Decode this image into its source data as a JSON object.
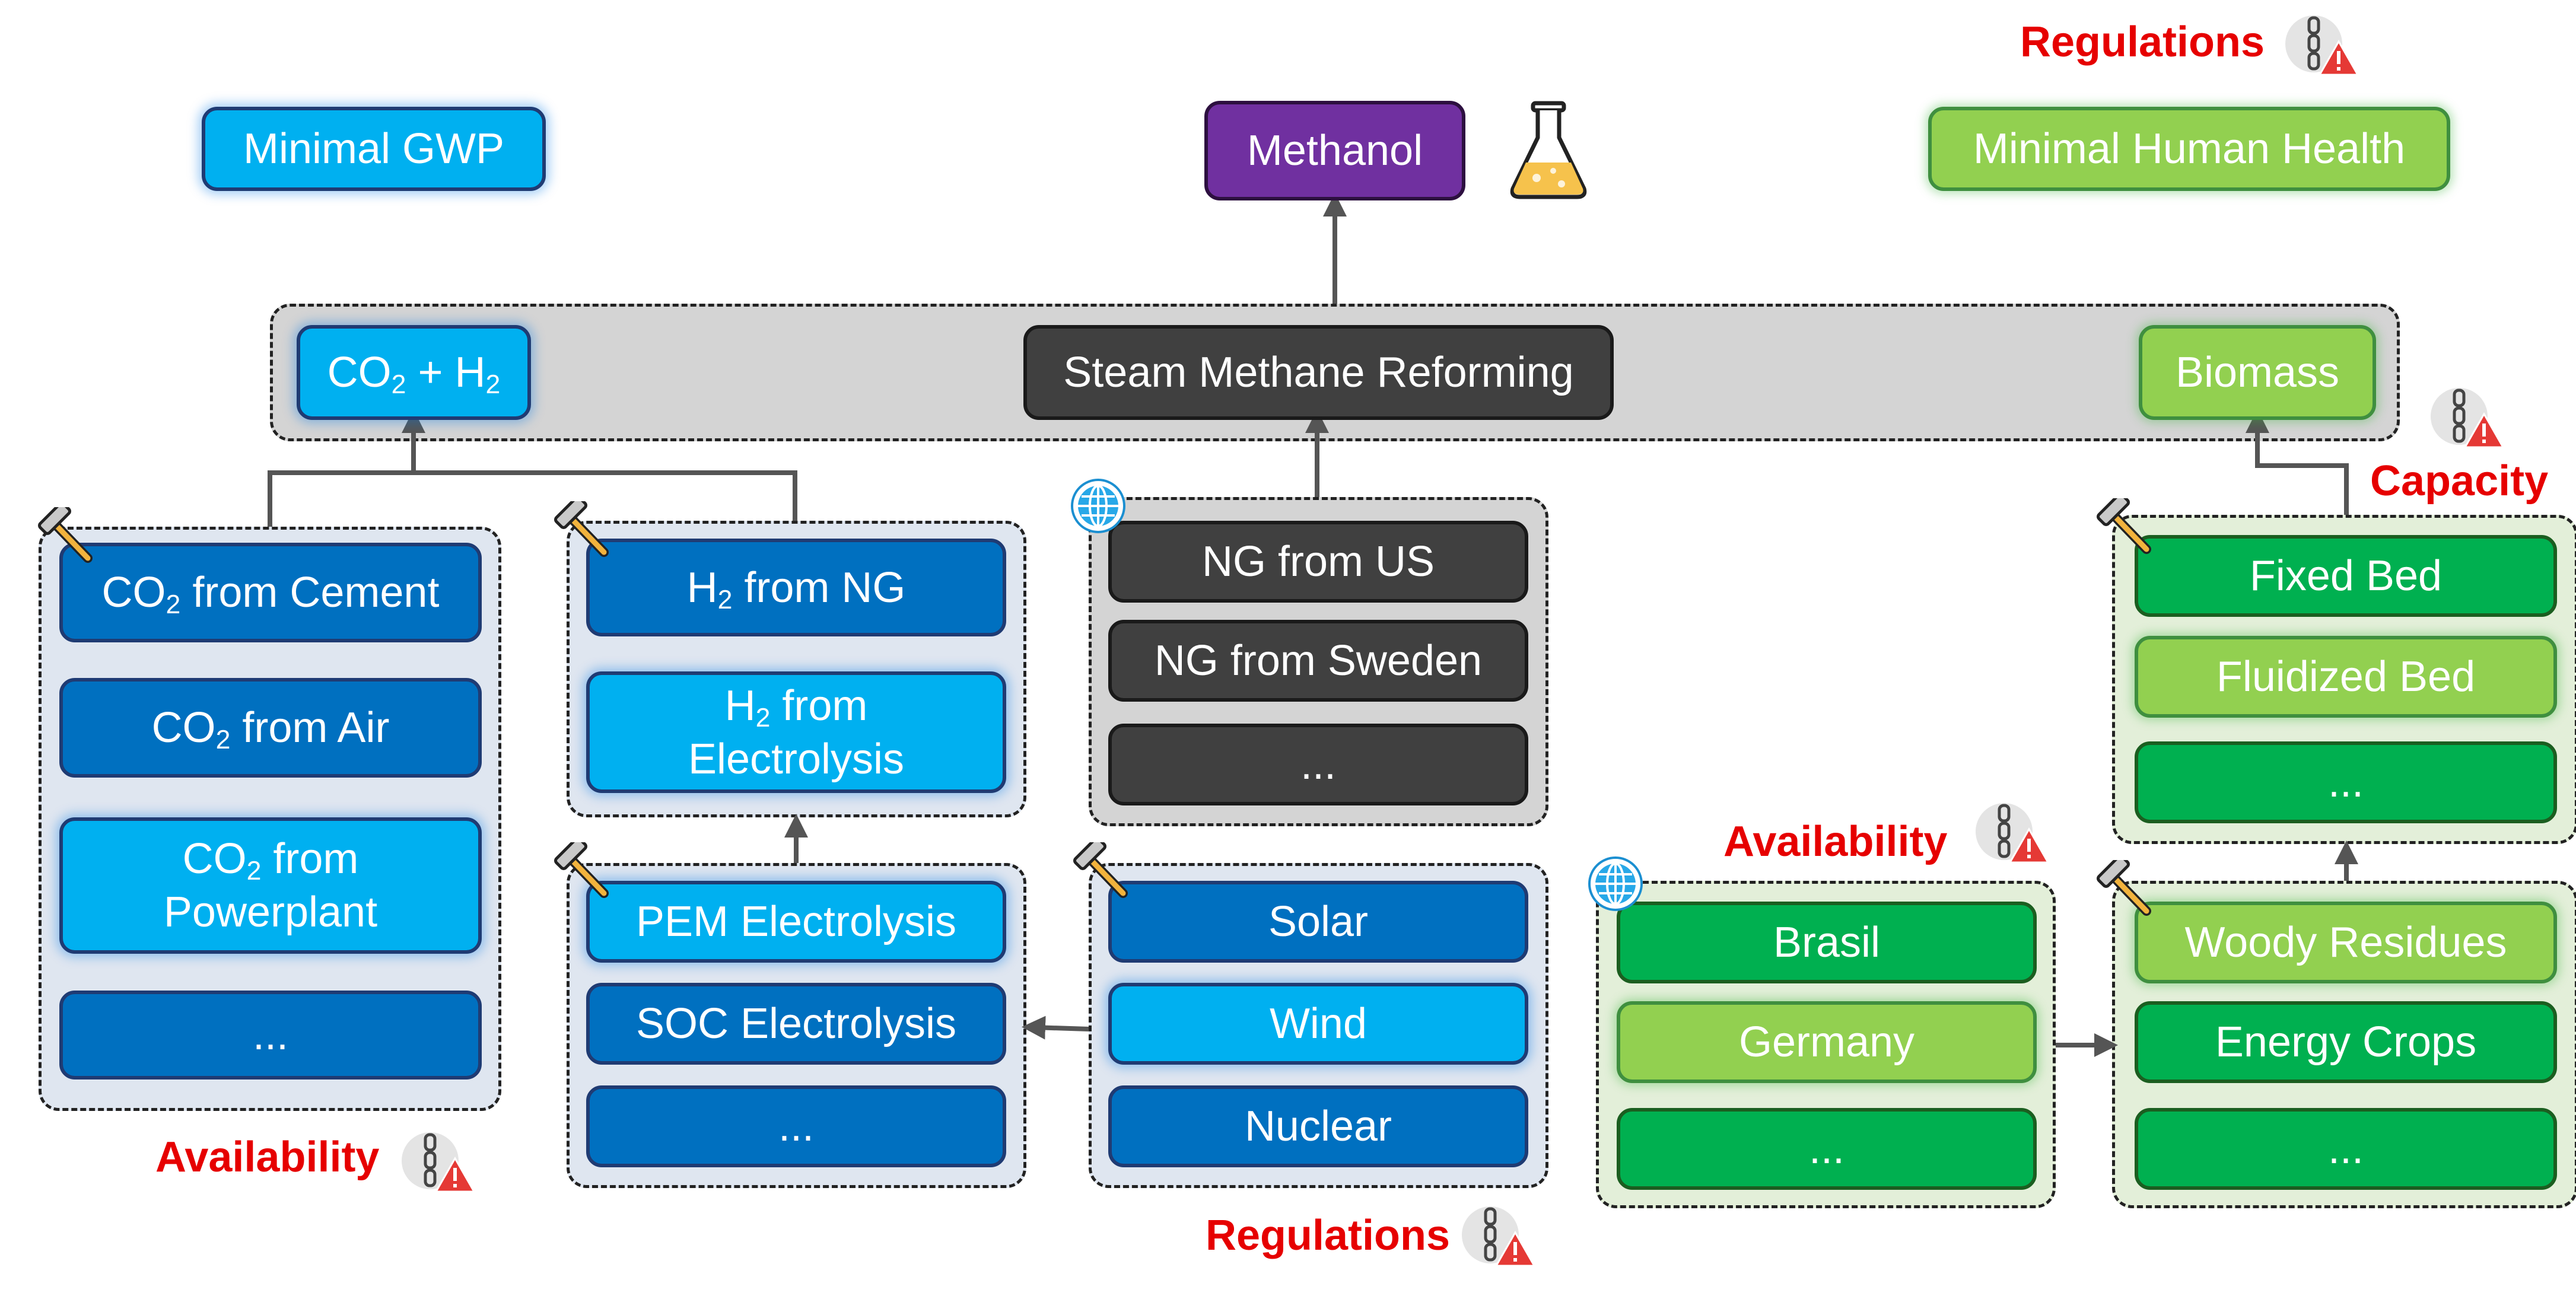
{
  "objectives": {
    "gwp": "Minimal GWP",
    "human_health": "Minimal Human Health"
  },
  "product": "Methanol",
  "top_labels": {
    "regulations": "Regulations"
  },
  "routes": {
    "co2_h2": {
      "a": "CO",
      "a_sub": "2",
      "plus": " + H",
      "b_sub": "2"
    },
    "smr": "Steam Methane Reforming",
    "biomass": "Biomass"
  },
  "co2_sources": [
    {
      "pre": "CO",
      "sub": "2",
      "post": " from Cement"
    },
    {
      "pre": "CO",
      "sub": "2",
      "post": " from Air"
    },
    {
      "pre": "CO",
      "sub": "2",
      "post": " from",
      "line2": "Powerplant"
    },
    {
      "label": "..."
    }
  ],
  "h2_sources": [
    {
      "pre": "H",
      "sub": "2",
      "post": " from NG"
    },
    {
      "pre": "H",
      "sub": "2",
      "post": " from",
      "line2": "Electrolysis"
    }
  ],
  "electrolysis": [
    "PEM Electrolysis",
    "SOC Electrolysis",
    "..."
  ],
  "ng_sources": [
    "NG from US",
    "NG from Sweden",
    "..."
  ],
  "power": [
    "Solar",
    "Wind",
    "Nuclear"
  ],
  "countries": [
    "Brasil",
    "Germany",
    "..."
  ],
  "reactors": [
    "Fixed Bed",
    "Fluidized Bed",
    "..."
  ],
  "feedstocks": [
    "Woody Residues",
    "Energy Crops",
    "..."
  ],
  "constraints": {
    "availability_left": "Availability",
    "regulations_bottom": "Regulations",
    "availability_right": "Availability",
    "capacity": "Capacity"
  },
  "colors": {
    "dark_blue": "#0070c0",
    "light_blue": "#00b0f0",
    "gray": "#404040",
    "dark_green": "#00b050",
    "light_green": "#92d050",
    "purple": "#7030a0",
    "constraint_red": "#e60000"
  }
}
